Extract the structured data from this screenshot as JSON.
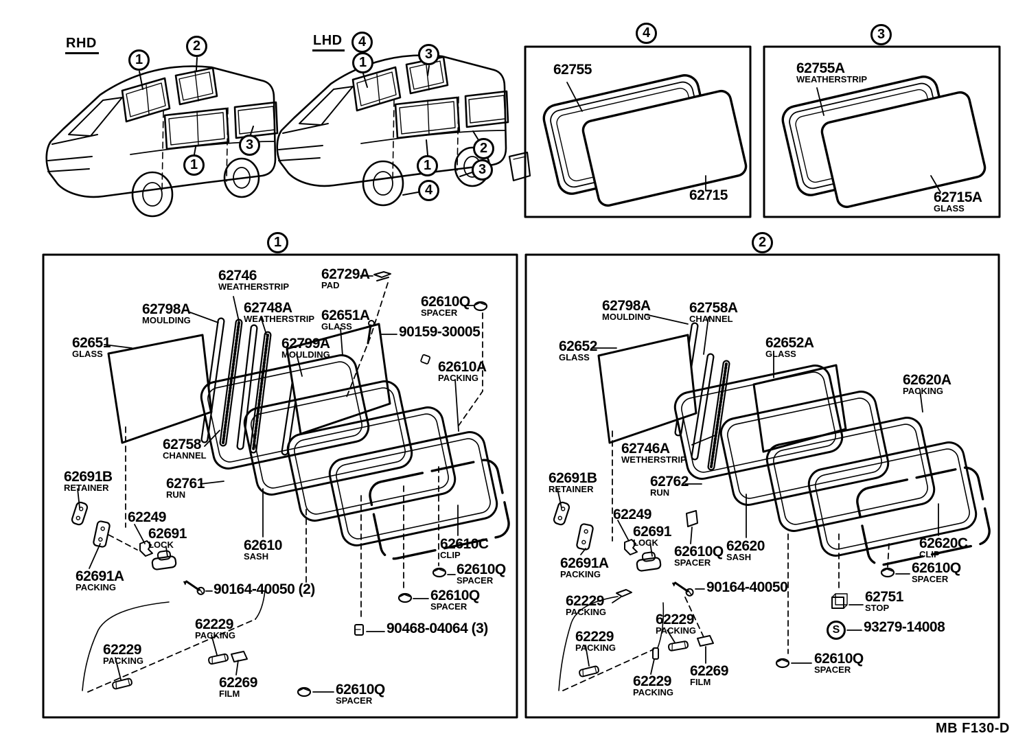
{
  "page": {
    "footer_code": "MB F130-D"
  },
  "vans": {
    "rhd_label": "RHD",
    "lhd_label": "LHD",
    "rhd_callouts": [
      "1",
      "2",
      "3",
      "1"
    ],
    "lhd_callouts": [
      "4",
      "1",
      "3",
      "1",
      "2",
      "3",
      "4"
    ]
  },
  "panel4": {
    "num": "4",
    "weatherstrip": {
      "no": "62755",
      "sub": ""
    },
    "glass": {
      "no": "62715",
      "sub": ""
    }
  },
  "panel3": {
    "num": "3",
    "weatherstrip": {
      "no": "62755A",
      "sub": "WEATHERSTRIP"
    },
    "glass": {
      "no": "62715A",
      "sub": "GLASS"
    }
  },
  "panel1": {
    "num": "1",
    "labels": [
      {
        "no": "62746",
        "sub": "WEATHERSTRIP"
      },
      {
        "no": "62729A",
        "sub": "PAD"
      },
      {
        "no": "62798A",
        "sub": "MOULDING"
      },
      {
        "no": "62748A",
        "sub": "WEATHERSTRIP"
      },
      {
        "no": "62651A",
        "sub": "GLASS"
      },
      {
        "no": "62610Q",
        "sub": "SPACER"
      },
      {
        "no": "90159-30005",
        "sub": ""
      },
      {
        "no": "62799A",
        "sub": "MOULDING"
      },
      {
        "no": "62651",
        "sub": "GLASS"
      },
      {
        "no": "62610A",
        "sub": "PACKING"
      },
      {
        "no": "62758",
        "sub": "CHANNEL"
      },
      {
        "no": "62691B",
        "sub": "RETAINER"
      },
      {
        "no": "62761",
        "sub": "RUN"
      },
      {
        "no": "62249",
        "sub": ""
      },
      {
        "no": "62691",
        "sub": "LOCK"
      },
      {
        "no": "62691A",
        "sub": "PACKING"
      },
      {
        "no": "62610",
        "sub": "SASH"
      },
      {
        "no": "62610C",
        "sub": "CLIP"
      },
      {
        "no": "90164-40050 (2)",
        "sub": ""
      },
      {
        "no": "62610Q",
        "sub": "SPACER"
      },
      {
        "no": "62610Q",
        "sub": "SPACER"
      },
      {
        "no": "90468-04064 (3)",
        "sub": ""
      },
      {
        "no": "62229",
        "sub": "PACKING"
      },
      {
        "no": "62229",
        "sub": "PACKING"
      },
      {
        "no": "62269",
        "sub": "FILM"
      },
      {
        "no": "62610Q",
        "sub": "SPACER"
      }
    ]
  },
  "panel2": {
    "num": "2",
    "s_symbol": "S",
    "labels": [
      {
        "no": "62798A",
        "sub": "MOULDING"
      },
      {
        "no": "62758A",
        "sub": "CHANNEL"
      },
      {
        "no": "62652",
        "sub": "GLASS"
      },
      {
        "no": "62652A",
        "sub": "GLASS"
      },
      {
        "no": "62620A",
        "sub": "PACKING"
      },
      {
        "no": "62746A",
        "sub": "WETHERSTRIP"
      },
      {
        "no": "62762",
        "sub": "RUN"
      },
      {
        "no": "62691B",
        "sub": "RETAINER"
      },
      {
        "no": "62249",
        "sub": ""
      },
      {
        "no": "62691",
        "sub": "LOCK"
      },
      {
        "no": "62691A",
        "sub": "PACKING"
      },
      {
        "no": "62610Q",
        "sub": "SPACER"
      },
      {
        "no": "62620",
        "sub": "SASH"
      },
      {
        "no": "62620C",
        "sub": "CLIP"
      },
      {
        "no": "90164-40050",
        "sub": ""
      },
      {
        "no": "62610Q",
        "sub": "SPACER"
      },
      {
        "no": "62229",
        "sub": "PACKING"
      },
      {
        "no": "62229",
        "sub": "PACKING"
      },
      {
        "no": "62229",
        "sub": "PACKING"
      },
      {
        "no": "62229",
        "sub": "PACKING"
      },
      {
        "no": "62269",
        "sub": "FILM"
      },
      {
        "no": "62751",
        "sub": "STOP"
      },
      {
        "no": "93279-14008",
        "sub": ""
      },
      {
        "no": "62610Q",
        "sub": "SPACER"
      }
    ]
  }
}
